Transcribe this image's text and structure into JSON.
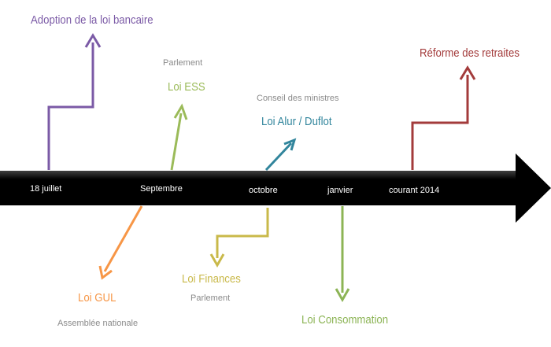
{
  "timeline": {
    "dates": [
      "18 juillet",
      "Septembre",
      "octobre",
      "janvier",
      "courant 2014"
    ]
  },
  "events": [
    {
      "title": "Adoption de la loi bancaire",
      "subtitle": "",
      "color": "#7b5aa6"
    },
    {
      "title": "Loi ESS",
      "subtitle": "Parlement",
      "color": "#9bbb59"
    },
    {
      "title": "Loi Alur / Duflot",
      "subtitle": "Conseil des ministres",
      "color": "#31859c"
    },
    {
      "title": "Réforme des retraites",
      "subtitle": "",
      "color": "#a33b3b"
    },
    {
      "title": "Loi GUL",
      "subtitle": "Assemblée nationale",
      "color": "#f79646"
    },
    {
      "title": "Loi Finances",
      "subtitle": "Parlement",
      "color": "#c9b94a"
    },
    {
      "title": "Loi Consommation",
      "subtitle": "",
      "color": "#8cb455"
    }
  ]
}
